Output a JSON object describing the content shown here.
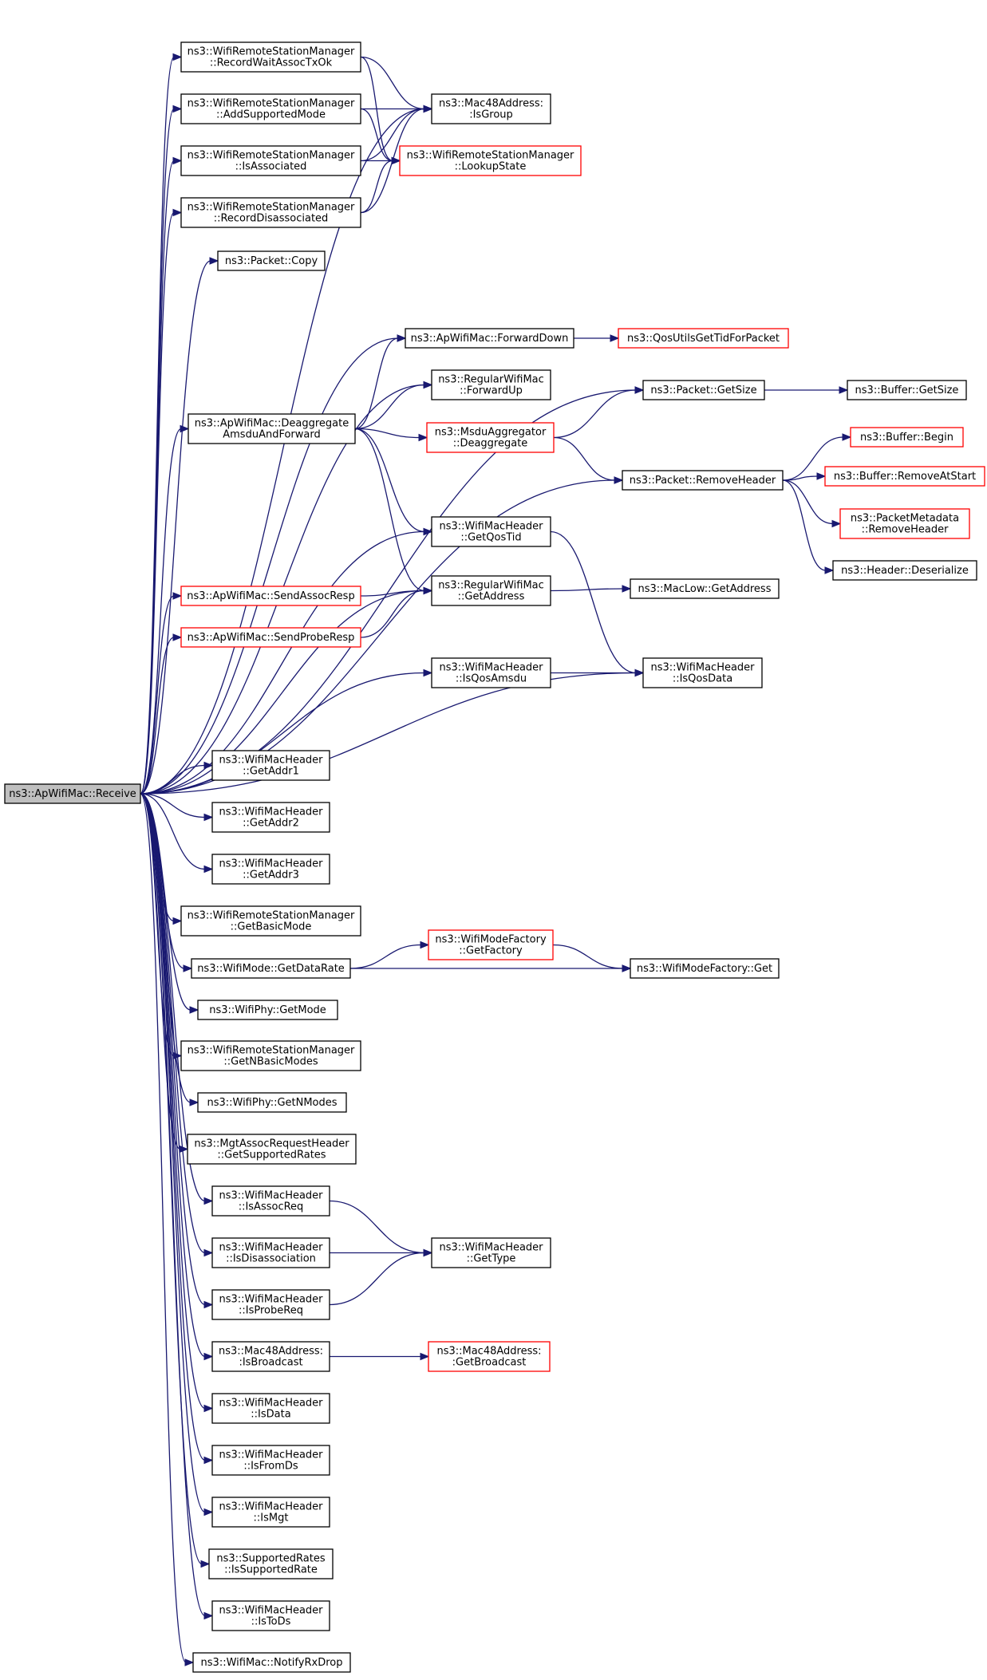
{
  "colors": {
    "edge": "#191970",
    "node_border": "#000000",
    "truncated_border": "#ff0000",
    "root_fill": "#bfbfbf",
    "node_fill": "#ffffff"
  },
  "nodes": [
    {
      "id": "root",
      "lines": [
        "ns3::ApWifiMac::Receive"
      ],
      "style": "root"
    },
    {
      "id": "recwait",
      "lines": [
        "ns3::WifiRemoteStationManager",
        "::RecordWaitAssocTxOk"
      ]
    },
    {
      "id": "addsup",
      "lines": [
        "ns3::WifiRemoteStationManager",
        "::AddSupportedMode"
      ]
    },
    {
      "id": "isassoc",
      "lines": [
        "ns3::WifiRemoteStationManager",
        "::IsAssociated"
      ]
    },
    {
      "id": "recdis",
      "lines": [
        "ns3::WifiRemoteStationManager",
        "::RecordDisassociated"
      ]
    },
    {
      "id": "isgroup",
      "lines": [
        "ns3::Mac48Address:",
        ":IsGroup"
      ]
    },
    {
      "id": "lookup",
      "lines": [
        "ns3::WifiRemoteStationManager",
        "::LookupState"
      ],
      "style": "trunc"
    },
    {
      "id": "copy",
      "lines": [
        "ns3::Packet::Copy"
      ]
    },
    {
      "id": "fwddown",
      "lines": [
        "ns3::ApWifiMac::ForwardDown"
      ]
    },
    {
      "id": "qosutils",
      "lines": [
        "ns3::QosUtilsGetTidForPacket"
      ],
      "style": "trunc"
    },
    {
      "id": "fwdup",
      "lines": [
        "ns3::RegularWifiMac",
        "::ForwardUp"
      ]
    },
    {
      "id": "getsize",
      "lines": [
        "ns3::Packet::GetSize"
      ]
    },
    {
      "id": "bufsize",
      "lines": [
        "ns3::Buffer::GetSize"
      ]
    },
    {
      "id": "deagg",
      "lines": [
        "ns3::ApWifiMac::Deaggregate",
        "AmsduAndForward"
      ]
    },
    {
      "id": "msdu",
      "lines": [
        "ns3::MsduAggregator",
        "::Deaggregate"
      ],
      "style": "trunc"
    },
    {
      "id": "bufbegin",
      "lines": [
        "ns3::Buffer::Begin"
      ],
      "style": "trunc"
    },
    {
      "id": "remhdr",
      "lines": [
        "ns3::Packet::RemoveHeader"
      ]
    },
    {
      "id": "bufremstart",
      "lines": [
        "ns3::Buffer::RemoveAtStart"
      ],
      "style": "trunc"
    },
    {
      "id": "pmremhdr",
      "lines": [
        "ns3::PacketMetadata",
        "::RemoveHeader"
      ],
      "style": "trunc"
    },
    {
      "id": "getqostid",
      "lines": [
        "ns3::WifiMacHeader",
        "::GetQosTid"
      ]
    },
    {
      "id": "deser",
      "lines": [
        "ns3::Header::Deserialize"
      ]
    },
    {
      "id": "sendassoc",
      "lines": [
        "ns3::ApWifiMac::SendAssocResp"
      ],
      "style": "trunc"
    },
    {
      "id": "getaddress",
      "lines": [
        "ns3::RegularWifiMac",
        "::GetAddress"
      ]
    },
    {
      "id": "maclowaddr",
      "lines": [
        "ns3::MacLow::GetAddress"
      ]
    },
    {
      "id": "sendprobe",
      "lines": [
        "ns3::ApWifiMac::SendProbeResp"
      ],
      "style": "trunc"
    },
    {
      "id": "isqosamsdu",
      "lines": [
        "ns3::WifiMacHeader",
        "::IsQosAmsdu"
      ]
    },
    {
      "id": "isqosdata",
      "lines": [
        "ns3::WifiMacHeader",
        "::IsQosData"
      ]
    },
    {
      "id": "addr1",
      "lines": [
        "ns3::WifiMacHeader",
        "::GetAddr1"
      ]
    },
    {
      "id": "addr2",
      "lines": [
        "ns3::WifiMacHeader",
        "::GetAddr2"
      ]
    },
    {
      "id": "addr3",
      "lines": [
        "ns3::WifiMacHeader",
        "::GetAddr3"
      ]
    },
    {
      "id": "basicmode",
      "lines": [
        "ns3::WifiRemoteStationManager",
        "::GetBasicMode"
      ]
    },
    {
      "id": "modefactory",
      "lines": [
        "ns3::WifiModeFactory",
        "::GetFactory"
      ],
      "style": "trunc"
    },
    {
      "id": "datarate",
      "lines": [
        "ns3::WifiMode::GetDataRate"
      ]
    },
    {
      "id": "factoryget",
      "lines": [
        "ns3::WifiModeFactory::Get"
      ]
    },
    {
      "id": "getmode",
      "lines": [
        "ns3::WifiPhy::GetMode"
      ]
    },
    {
      "id": "nbasic",
      "lines": [
        "ns3::WifiRemoteStationManager",
        "::GetNBasicModes"
      ]
    },
    {
      "id": "nmodes",
      "lines": [
        "ns3::WifiPhy::GetNModes"
      ]
    },
    {
      "id": "suprates",
      "lines": [
        "ns3::MgtAssocRequestHeader",
        "::GetSupportedRates"
      ]
    },
    {
      "id": "isassocreq",
      "lines": [
        "ns3::WifiMacHeader",
        "::IsAssocReq"
      ]
    },
    {
      "id": "isdisassoc",
      "lines": [
        "ns3::WifiMacHeader",
        "::IsDisassociation"
      ]
    },
    {
      "id": "gettype",
      "lines": [
        "ns3::WifiMacHeader",
        "::GetType"
      ]
    },
    {
      "id": "isprobereq",
      "lines": [
        "ns3::WifiMacHeader",
        "::IsProbeReq"
      ]
    },
    {
      "id": "isbroadcast",
      "lines": [
        "ns3::Mac48Address:",
        ":IsBroadcast"
      ]
    },
    {
      "id": "getbroadcast",
      "lines": [
        "ns3::Mac48Address:",
        ":GetBroadcast"
      ],
      "style": "trunc"
    },
    {
      "id": "isdata",
      "lines": [
        "ns3::WifiMacHeader",
        "::IsData"
      ]
    },
    {
      "id": "isfromds",
      "lines": [
        "ns3::WifiMacHeader",
        "::IsFromDs"
      ]
    },
    {
      "id": "ismgt",
      "lines": [
        "ns3::WifiMacHeader",
        "::IsMgt"
      ]
    },
    {
      "id": "issuprate",
      "lines": [
        "ns3::SupportedRates",
        "::IsSupportedRate"
      ]
    },
    {
      "id": "istods",
      "lines": [
        "ns3::WifiMacHeader",
        "::IsToDs"
      ]
    },
    {
      "id": "rxdrop",
      "lines": [
        "ns3::WifiMac::NotifyRxDrop"
      ]
    }
  ],
  "edges": [
    [
      "root",
      "recwait"
    ],
    [
      "root",
      "addsup"
    ],
    [
      "root",
      "isassoc"
    ],
    [
      "root",
      "recdis"
    ],
    [
      "root",
      "isgroup"
    ],
    [
      "root",
      "copy"
    ],
    [
      "root",
      "getsize"
    ],
    [
      "root",
      "fwddown"
    ],
    [
      "root",
      "fwdup"
    ],
    [
      "root",
      "deagg"
    ],
    [
      "root",
      "remhdr"
    ],
    [
      "root",
      "getqostid"
    ],
    [
      "root",
      "getaddress"
    ],
    [
      "root",
      "sendassoc"
    ],
    [
      "root",
      "sendprobe"
    ],
    [
      "root",
      "isqosamsdu"
    ],
    [
      "root",
      "isqosdata"
    ],
    [
      "root",
      "addr1"
    ],
    [
      "root",
      "addr2"
    ],
    [
      "root",
      "addr3"
    ],
    [
      "root",
      "basicmode"
    ],
    [
      "root",
      "datarate"
    ],
    [
      "root",
      "getmode"
    ],
    [
      "root",
      "nbasic"
    ],
    [
      "root",
      "nmodes"
    ],
    [
      "root",
      "suprates"
    ],
    [
      "root",
      "isassocreq"
    ],
    [
      "root",
      "isdisassoc"
    ],
    [
      "root",
      "isprobereq"
    ],
    [
      "root",
      "isbroadcast"
    ],
    [
      "root",
      "isdata"
    ],
    [
      "root",
      "isfromds"
    ],
    [
      "root",
      "ismgt"
    ],
    [
      "root",
      "issuprate"
    ],
    [
      "root",
      "istods"
    ],
    [
      "root",
      "rxdrop"
    ],
    [
      "recwait",
      "isgroup"
    ],
    [
      "recwait",
      "lookup"
    ],
    [
      "addsup",
      "isgroup"
    ],
    [
      "addsup",
      "lookup"
    ],
    [
      "isassoc",
      "isgroup"
    ],
    [
      "isassoc",
      "lookup"
    ],
    [
      "recdis",
      "isgroup"
    ],
    [
      "recdis",
      "lookup"
    ],
    [
      "fwddown",
      "qosutils"
    ],
    [
      "deagg",
      "fwddown"
    ],
    [
      "deagg",
      "fwdup"
    ],
    [
      "deagg",
      "msdu"
    ],
    [
      "deagg",
      "getqostid"
    ],
    [
      "deagg",
      "getaddress"
    ],
    [
      "msdu",
      "getsize"
    ],
    [
      "msdu",
      "remhdr"
    ],
    [
      "getsize",
      "bufsize"
    ],
    [
      "remhdr",
      "bufbegin"
    ],
    [
      "remhdr",
      "bufremstart"
    ],
    [
      "remhdr",
      "pmremhdr"
    ],
    [
      "remhdr",
      "deser"
    ],
    [
      "getqostid",
      "isqosdata"
    ],
    [
      "sendassoc",
      "getaddress"
    ],
    [
      "sendprobe",
      "getaddress"
    ],
    [
      "getaddress",
      "maclowaddr"
    ],
    [
      "isqosamsdu",
      "isqosdata"
    ],
    [
      "datarate",
      "modefactory"
    ],
    [
      "datarate",
      "factoryget"
    ],
    [
      "modefactory",
      "factoryget"
    ],
    [
      "isassocreq",
      "gettype"
    ],
    [
      "isdisassoc",
      "gettype"
    ],
    [
      "isprobereq",
      "gettype"
    ],
    [
      "isbroadcast",
      "getbroadcast"
    ]
  ]
}
